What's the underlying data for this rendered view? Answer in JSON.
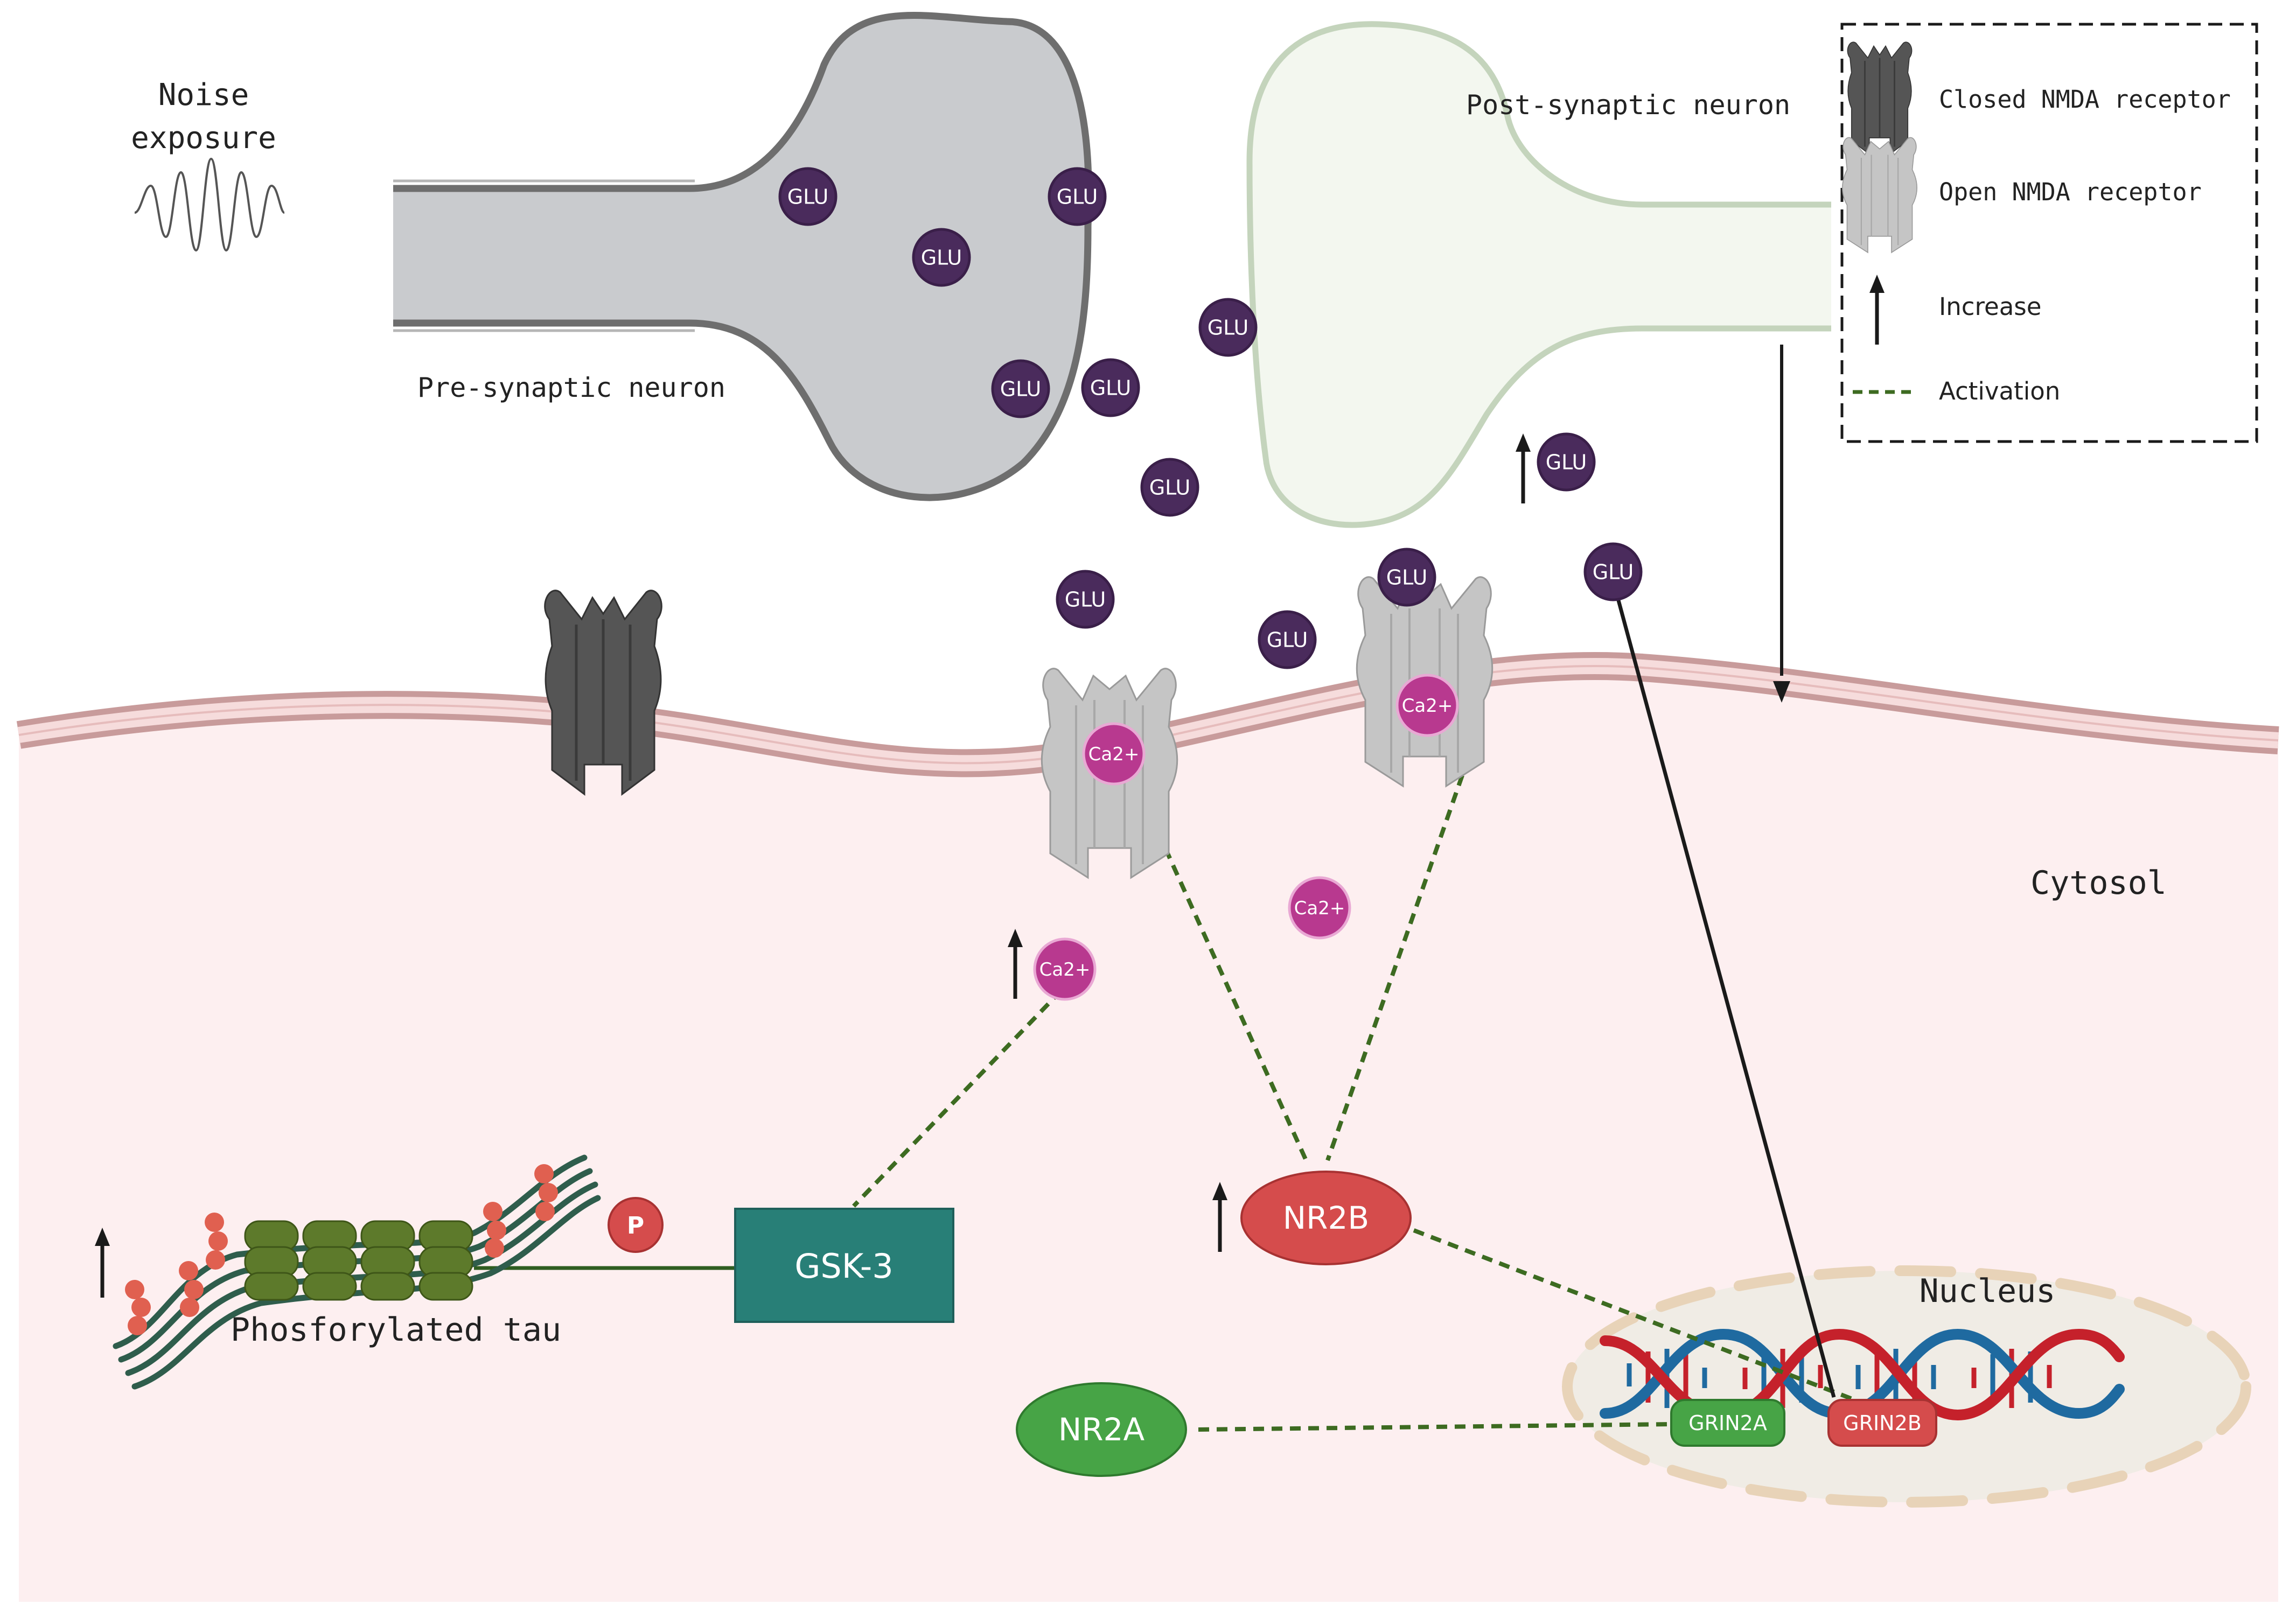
{
  "labels": {
    "noise_line1": "Noise",
    "noise_line2": "exposure",
    "pre_neuron": "Pre-synaptic neuron",
    "post_neuron": "Post-synaptic neuron",
    "cytosol": "Cytosol",
    "nucleus": "Nucleus",
    "phos_tau": "Phosforylated tau"
  },
  "legend": {
    "closed_receptor": "Closed NMDA receptor",
    "open_receptor": "Open NMDA receptor",
    "increase": "Increase",
    "activation": "Activation"
  },
  "molecules": {
    "glu": "GLU",
    "ca": "Ca2+",
    "p": "P"
  },
  "nodes": {
    "gsk3": "GSK-3",
    "nr2b": "NR2B",
    "nr2a": "NR2A",
    "grin2a": "GRIN2A",
    "grin2b": "GRIN2B"
  },
  "colors": {
    "presynaptic_fill": "#c9cbce",
    "presynaptic_stroke": "#6e6e6e",
    "postsynaptic_fill": "#f3f7ef",
    "postsynaptic_stroke": "#c4d4bc",
    "membrane": "#d7a9a9",
    "cytosol": "#fdeff0",
    "glu": "#4a2b5c",
    "ca": "#b8398f",
    "gsk3": "#287f77",
    "nr2b": "#d54c4c",
    "nr2a": "#47a446",
    "activation_line": "#3d6b21",
    "closed_receptor": "#555555",
    "open_receptor": "#c5c5c5",
    "tau_fibril": "#2f5d4c",
    "tau_core": "#5d7a2b",
    "phosphate": "#e06050",
    "dna_red": "#c5212b",
    "dna_blue": "#1f6aa0",
    "nucleus_fill": "#f0ece5"
  }
}
